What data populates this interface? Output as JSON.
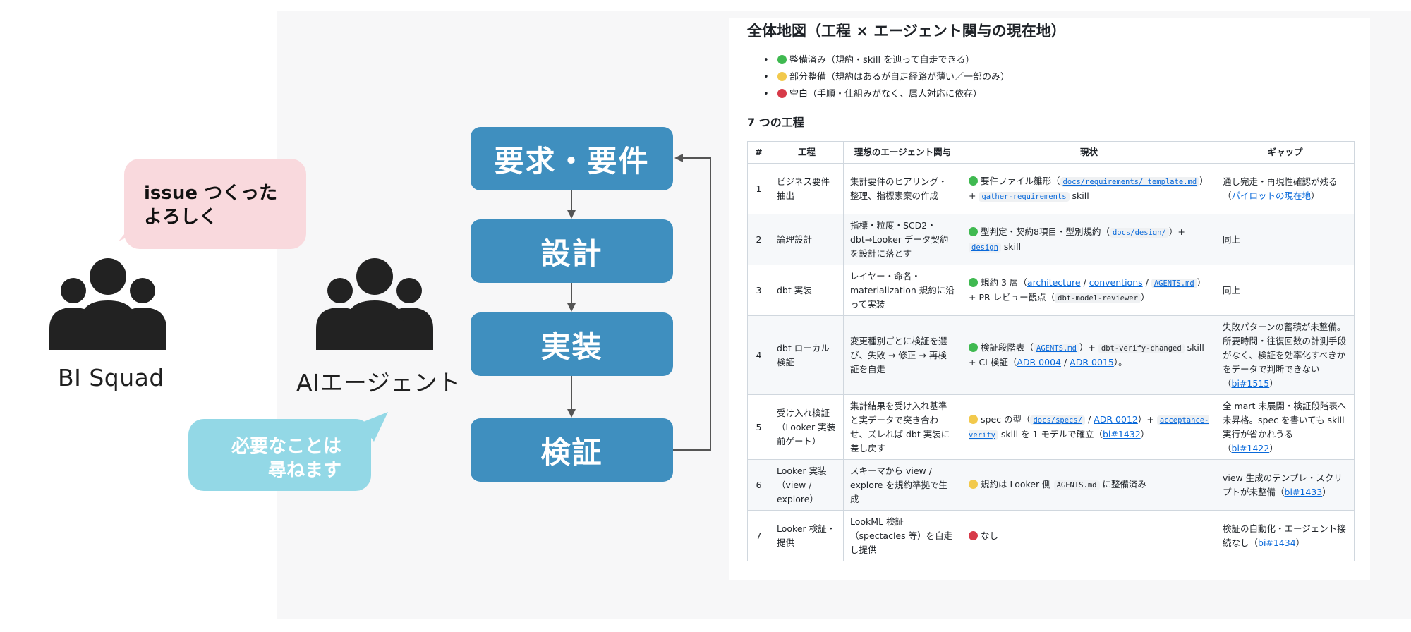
{
  "actors": {
    "bi_squad": {
      "label": "BI Squad"
    },
    "ai_agent": {
      "label": "AIエージェント"
    }
  },
  "bubbles": {
    "request": {
      "line1_bold": "issue",
      "line1_rest": " つくった",
      "line2": "よろしく"
    },
    "reply": {
      "line1": "必要なことは",
      "line2": "尋ねます"
    }
  },
  "flow": {
    "steps": [
      "要求・要件",
      "設計",
      "実装",
      "検証"
    ]
  },
  "colors": {
    "flow_box": "#3f8fbf",
    "bubble_pink": "#f9d9dd",
    "bubble_blue": "#93d8e6",
    "link": "#0969da",
    "status_green": "#3fb950",
    "status_yellow": "#f2c94c",
    "status_red": "#d73a49"
  },
  "doc": {
    "title": "全体地図（工程 × エージェント関与の現在地）",
    "legend": [
      {
        "status": "green",
        "text": "整備済み（規約・skill を辿って自走できる）"
      },
      {
        "status": "yellow",
        "text": "部分整備（規約はあるが自走経路が薄い／一部のみ）"
      },
      {
        "status": "red",
        "text": "空白（手順・仕組みがなく、属人対応に依存）"
      }
    ],
    "section_title": "7 つの工程",
    "table": {
      "headers": [
        "#",
        "工程",
        "理想のエージェント関与",
        "現状",
        "ギャップ"
      ],
      "rows": [
        {
          "num": "1",
          "process": "ビジネス要件抽出",
          "ideal": "集計要件のヒアリング・整理、指標素案の作成",
          "status": "green",
          "current": {
            "t1": "要件ファイル雛形（",
            "c1": "docs/requirements/_template.md",
            "t2": "）+ ",
            "c2": "gather-requirements",
            "t3": " skill"
          },
          "gap": {
            "t1": "通し完走・再現性確認が残る（",
            "link": "パイロットの現在地",
            "t2": "）"
          }
        },
        {
          "num": "2",
          "process": "論理設計",
          "ideal": "指標・粒度・SCD2・dbt→Looker データ契約を設計に落とす",
          "status": "green",
          "current": {
            "t1": "型判定・契約8項目・型別規約（",
            "c1": "docs/design/",
            "t2": "）+ ",
            "c2": "design",
            "t3": " skill"
          },
          "gap": {
            "text": "同上"
          }
        },
        {
          "num": "3",
          "process": "dbt 実装",
          "ideal": "レイヤー・命名・materialization 規約に沿って実装",
          "status": "green",
          "current": {
            "t1": "規約 3 層（",
            "l1": "architecture",
            "s1": " / ",
            "l2": "conventions",
            "s2": " / ",
            "c1": "AGENTS.md",
            "t2": "）+ PR レビュー観点（",
            "c2": "dbt-model-reviewer",
            "t3": "）"
          },
          "gap": {
            "text": "同上"
          }
        },
        {
          "num": "4",
          "process": "dbt ローカル検証",
          "ideal": "変更種別ごとに検証を選び、失敗 → 修正 → 再検証を自走",
          "status": "green",
          "current": {
            "t1": "検証段階表（",
            "c1": "AGENTS.md",
            "t2": "）+ ",
            "c2": "dbt-verify-changed",
            "t3": " skill + CI 検証（",
            "l1": "ADR 0004",
            "s1": " / ",
            "l2": "ADR 0015",
            "t4": "）。"
          },
          "gap": {
            "t1": "失敗パターンの蓄積が未整備。所要時間・往復回数の計測手段がなく、検証を効率化すべきかをデータで判断できない（",
            "link": "bi#1515",
            "t2": "）"
          }
        },
        {
          "num": "5",
          "process": "受け入れ検証（Looker 実装前ゲート）",
          "ideal": "集計結果を受け入れ基準と実データで突き合わせ、ズレれば dbt 実装に差し戻す",
          "status": "yellow",
          "current": {
            "t1": "spec の型（",
            "c1": "docs/specs/",
            "s1": " / ",
            "l1": "ADR 0012",
            "t2": "）+ ",
            "c2": "acceptance-verify",
            "t3": " skill を 1 モデルで確立（",
            "l2": "bi#1432",
            "t4": "）"
          },
          "gap": {
            "t1": "全 mart 未展開・検証段階表へ未昇格。spec を書いても skill 実行が省かれうる（",
            "link": "bi#1422",
            "t2": "）"
          }
        },
        {
          "num": "6",
          "process": "Looker 実装（view / explore）",
          "ideal": "スキーマから view / explore を規約準拠で生成",
          "status": "yellow",
          "current": {
            "t1": "規約は Looker 側 ",
            "c1": "AGENTS.md",
            "t2": " に整備済み"
          },
          "gap": {
            "t1": "view 生成のテンプレ・スクリプトが未整備（",
            "link": "bi#1433",
            "t2": "）"
          }
        },
        {
          "num": "7",
          "process": "Looker 検証・提供",
          "ideal": "LookML 検証（spectacles 等）を自走し提供",
          "status": "red",
          "current": {
            "t1": "なし"
          },
          "gap": {
            "t1": "検証の自動化・エージェント接続なし（",
            "link": "bi#1434",
            "t2": "）"
          }
        }
      ]
    }
  }
}
